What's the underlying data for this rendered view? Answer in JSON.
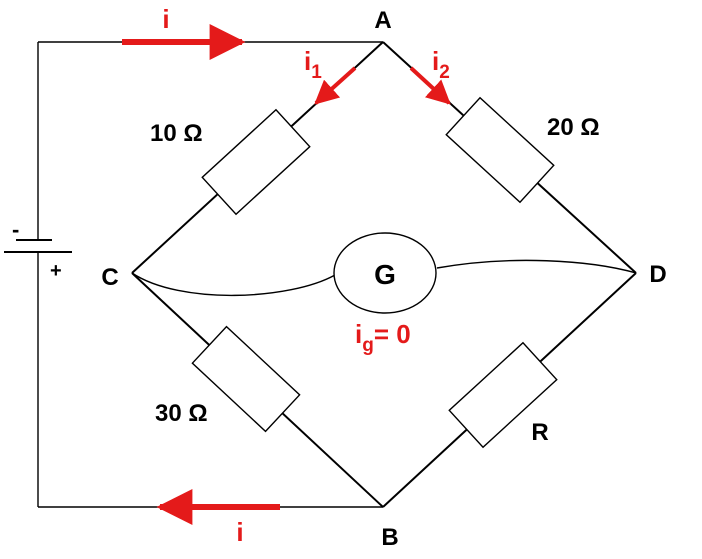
{
  "colors": {
    "wire": "#000000",
    "current": "#e41a1a"
  },
  "nodes": {
    "a": "A",
    "b": "B",
    "c": "C",
    "d": "D"
  },
  "resistors": {
    "r1": "10 Ω",
    "r2": "20 Ω",
    "r3": "30 Ω",
    "r4": "R"
  },
  "galvanometer": {
    "label": "G",
    "reading_sym": "i",
    "reading_sub": "g",
    "reading_val": "=  0"
  },
  "currents": {
    "main": "i",
    "branch1": "i",
    "branch1_sub": "1",
    "branch2": "i",
    "branch2_sub": "2"
  },
  "battery": {
    "neg": "-",
    "pos": "+"
  }
}
